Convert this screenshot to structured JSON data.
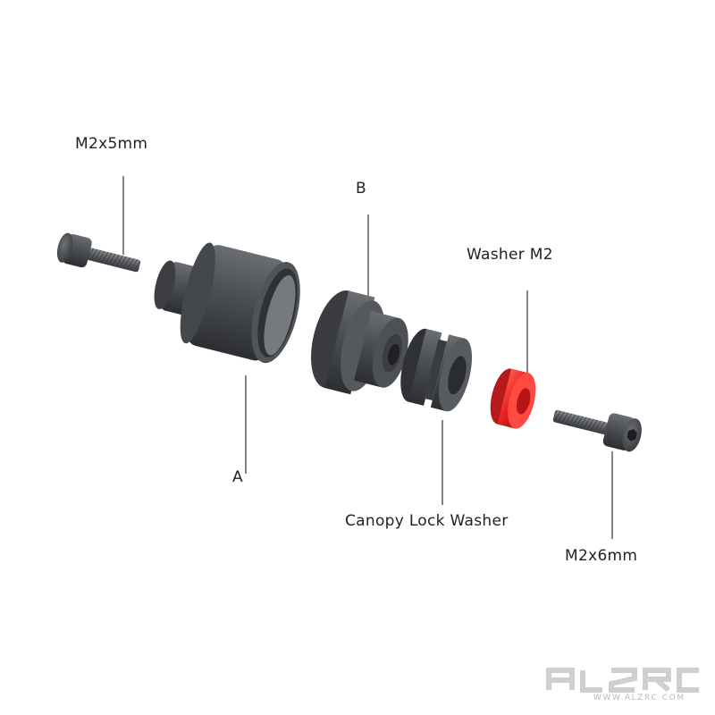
{
  "labels": {
    "screw_short": "M2x5mm",
    "part_b": "B",
    "washer": "Washer M2",
    "part_a": "A",
    "canopy_washer": "Canopy Lock Washer",
    "screw_long": "M2x6mm"
  },
  "brand": {
    "url": "WWW.ALZRC.COM"
  },
  "colors": {
    "part_dark": "#4a4d51",
    "washer_red": "#e8231f",
    "leader_line": "#333333",
    "label_text": "#222222",
    "brand_gray": "#cfcfcf"
  }
}
